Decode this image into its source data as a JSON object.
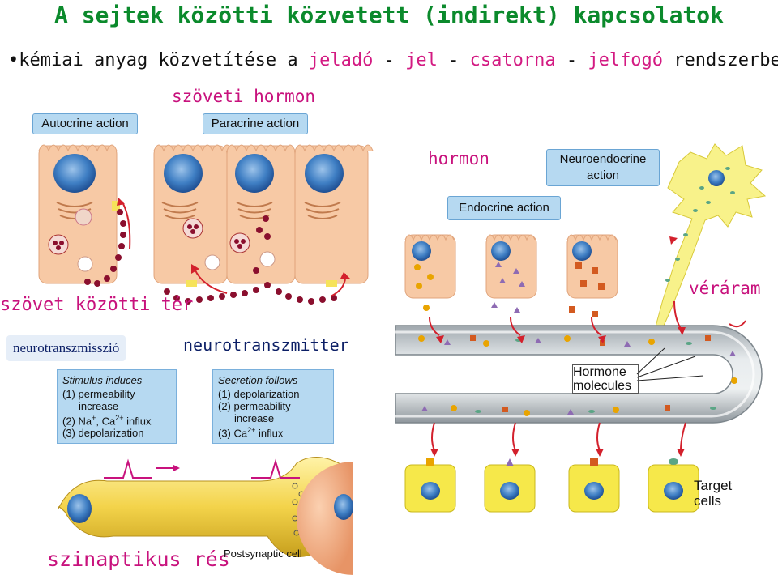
{
  "title": "A sejtek közötti közvetett (indirekt) kapcsolatok",
  "subtitle": {
    "bullet": "•",
    "part1": "kémiai anyag közvetítése a ",
    "jelado": "jeladó",
    "sep1": " - ",
    "jel": "jel",
    "sep2": " - ",
    "csatorna": "csatorna",
    "sep3": " - ",
    "jelfogo": "jelfogó",
    "part2": " rendszerben"
  },
  "labels": {
    "szoveti_hormon": "szöveti hormon",
    "hormon": "hormon",
    "szovet_kozotti_ter": "szövet közötti tér",
    "veraram": "véráram",
    "neurotranszmisszio": "neurotranszmisszió",
    "neurotranszmitter": "neurotranszmitter",
    "szinaptikus_res": "szinaptikus rés"
  },
  "boxes": {
    "autocrine": "Autocrine action",
    "paracrine": "Paracrine action",
    "neuroendocrine_line1": "Neuroendocrine",
    "neuroendocrine_line2": "action",
    "endocrine": "Endocrine action"
  },
  "stimulus": {
    "head": "Stimulus induces",
    "l1": "(1) permeability",
    "l2": "increase",
    "l3a": "(2) Na",
    "l3b": "+",
    "l3c": ", Ca",
    "l3d": "2+",
    "l3e": " influx",
    "l4": "(3) depolarization"
  },
  "secretion": {
    "head": "Secretion follows",
    "l1": "(1) depolarization",
    "l2": "(2) permeability",
    "l3": "increase",
    "l4a": "(3) Ca",
    "l4b": "2+",
    "l4c": " influx"
  },
  "hormone_molecules": {
    "line1": "Hormone",
    "line2": "molecules"
  },
  "target_cells": {
    "line1": "Target",
    "line2": "cells"
  },
  "postsynaptic": "Postsynaptic cell",
  "colors": {
    "title_green": "#0b8a2c",
    "magenta": "#c8127d",
    "box_blue": "#b6d9f1",
    "cell_fill": "#f7c9a5",
    "target_yellow": "#f6e84a"
  }
}
